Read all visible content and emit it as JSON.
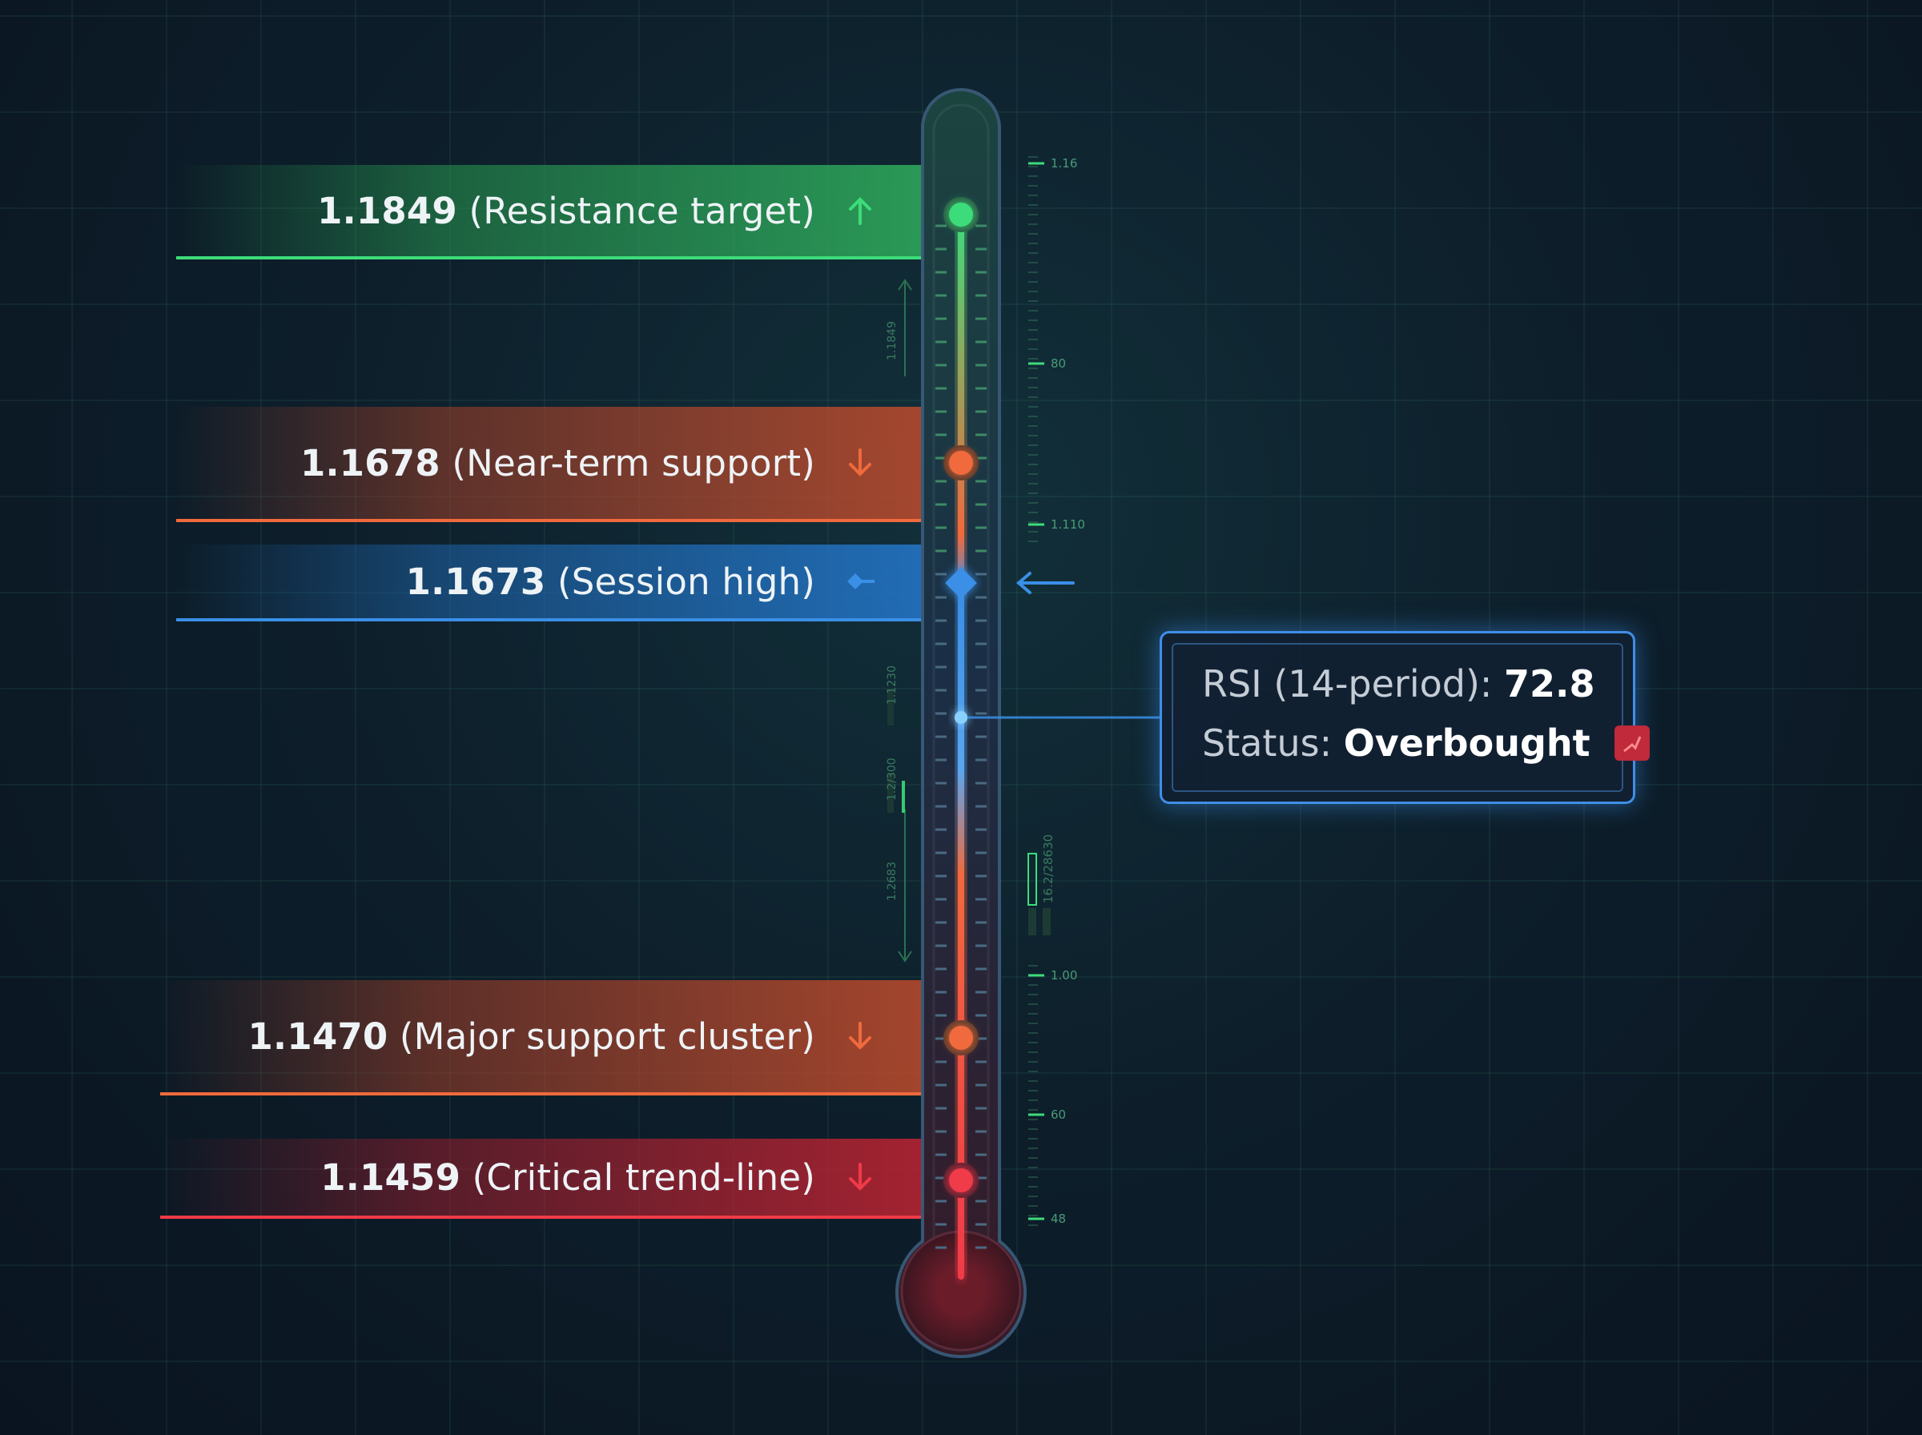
{
  "levels": [
    {
      "value": "1.1849",
      "label": "(Resistance target)",
      "tone": "green",
      "arrow": "up-arrow-icon",
      "color": "#3ddc7a"
    },
    {
      "value": "1.1678",
      "label": "(Near-term support)",
      "tone": "orange",
      "arrow": "down-arrow-icon",
      "color": "#f06a3c"
    },
    {
      "value": "1.1673",
      "label": "(Session high)",
      "tone": "blue",
      "arrow": "diamond-pointer-icon",
      "color": "#3a8fe6"
    },
    {
      "value": "1.1470",
      "label": "(Major support cluster)",
      "tone": "orange",
      "arrow": "down-arrow-icon",
      "color": "#f06a3c"
    },
    {
      "value": "1.1459",
      "label": "(Critical trend-line)",
      "tone": "red",
      "arrow": "down-arrow-icon",
      "color": "#f03a48"
    }
  ],
  "right_scale_labels": [
    "1.16",
    "80",
    "1.110",
    "1.00",
    "60",
    "48"
  ],
  "left_scale_labels": [
    "1.1849",
    "1.1230",
    "1.2/300",
    "1.2683"
  ],
  "side_gauge_label": "16.2/28630",
  "rsi": {
    "label": "RSI (14-period):",
    "value": "72.8",
    "status_label": "Status:",
    "status_value": "Overbought",
    "status_icon": "chart-up-icon"
  },
  "colors": {
    "green": "#3ddc7a",
    "orange": "#f06a3c",
    "blue": "#3a8fe6",
    "red": "#f03a48"
  }
}
